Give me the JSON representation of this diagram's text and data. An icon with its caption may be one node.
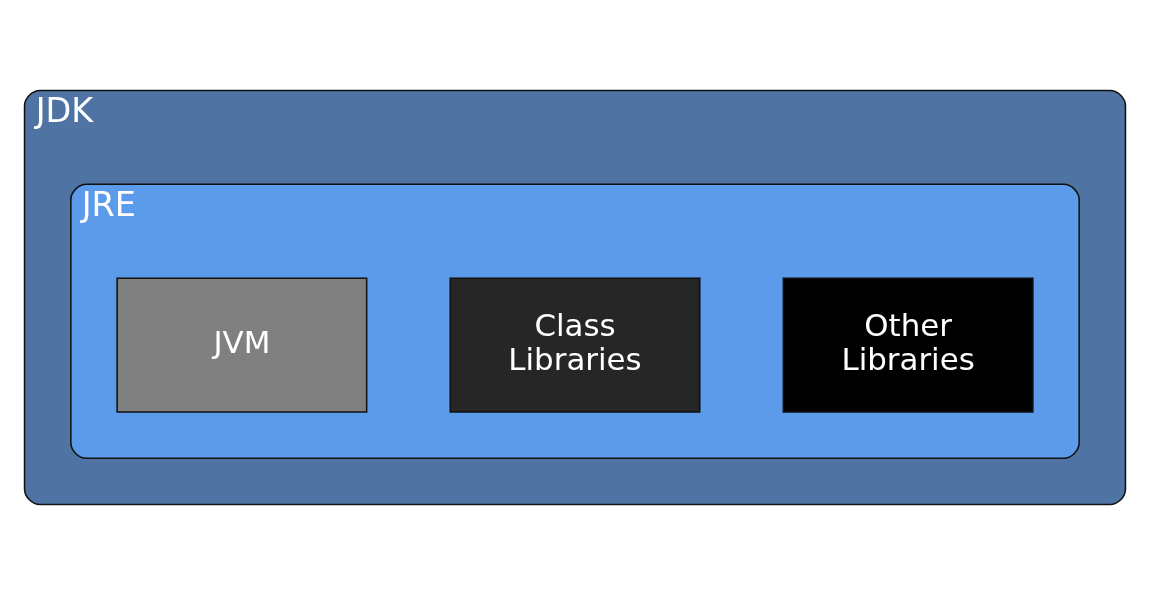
{
  "diagram": {
    "nodes": [
      {
        "text": [
          "JDK"
        ]
      },
      {
        "text": [
          "JRE"
        ],
        "in": 0
      },
      {
        "text": [
          "JVM"
        ],
        "in": 1
      },
      {
        "text": [
          "Class Libraries"
        ],
        "in": 1
      },
      {
        "text": [
          "Other Libraries"
        ],
        "in": 1
      }
    ]
  }
}
